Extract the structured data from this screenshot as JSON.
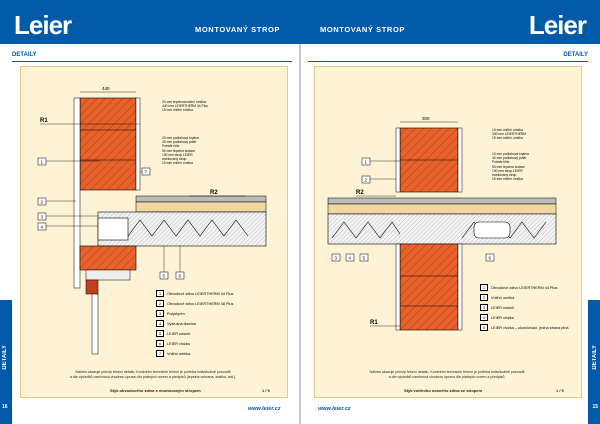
{
  "brand": {
    "logo_left": "Leier",
    "logo_right": "Leier"
  },
  "header": {
    "title_left": "MONTOVANÝ STROP",
    "title_right": "MONTOVANÝ STROP"
  },
  "section": {
    "left": "DETAILY",
    "right": "DETAILY"
  },
  "sidebar": {
    "left": "DETAILY",
    "right": "DETAILY"
  },
  "pages": {
    "left": "16",
    "right": "15"
  },
  "footer": {
    "url_left": "www.leier.cz",
    "url_right": "www.leier.cz"
  },
  "left_panel": {
    "dimension": "440",
    "r1": "R1",
    "r2": "R2",
    "r1_spec": [
      "20 mm    tepelnoizolační omítka",
      "440 mm   LEIERTHERM 44 Plus",
      "15 mm    vnitřní omítka"
    ],
    "r2_spec": [
      "20 mm    podlahová krytina",
      "40 mm    podlahový potěr",
      "Potrale  fólie",
      "50 mm    tepelná izolace",
      "190 mm   strop LEIER",
      "         montovaný strop",
      "15 mm    vnitřní omítka"
    ],
    "callouts": [
      "1",
      "2",
      "3",
      "4",
      "5",
      "6",
      "7"
    ],
    "legend": [
      {
        "num": "1",
        "text": "Obvodové zdivo LEIERTHERM 44 Plus"
      },
      {
        "num": "2",
        "text": "Obvodové zdivo LEIERTHERM 38 Plus"
      },
      {
        "num": "3",
        "text": "Polystyrén"
      },
      {
        "num": "4",
        "text": "Výztužná tkanina"
      },
      {
        "num": "5",
        "text": "LEIER nosník"
      },
      {
        "num": "6",
        "text": "LEIER vložka"
      },
      {
        "num": "7",
        "text": "Vnitřní omítka"
      }
    ],
    "note": [
      "Nákres ukazuje princip řešení detailu. Konkrétní technické řešení je potřeba individuálně posoudit",
      "a dle výsledků navrhnout vhodnou úpravu dle platných norem a předpisů (tepelná ochrana, statika, atd.)."
    ],
    "caption": "Styk obvodového zdiva s montovaným stropem",
    "caption_num": "1 / 9"
  },
  "right_panel": {
    "dimension": "300",
    "r1": "R1",
    "r2": "R2",
    "r1_spec": [
      "15 mm    vnitřní omítka",
      "300 mm   LEIERTHERM",
      "15 mm    vnitřní omítka"
    ],
    "r2_spec": [
      "10 mm    podlahová krytina",
      "40 mm    podlahový potěr",
      "Potrale  fólie",
      "50 mm    tepelná izolace",
      "190 mm   strop LEIER",
      "         montovaný strop",
      "15 mm    vnitřní omítka"
    ],
    "callouts": [
      "1",
      "2",
      "3",
      "4",
      "5",
      "6"
    ],
    "legend": [
      {
        "num": "1",
        "text": "Obvodové zdivo LEIERTHERM 44 Plus"
      },
      {
        "num": "2",
        "text": "Vnitřní omítka"
      },
      {
        "num": "3",
        "text": "LEIER nosník"
      },
      {
        "num": "4",
        "text": "LEIER vložka"
      },
      {
        "num": "5",
        "text": "LEIER vložka – ukončovací, jedna strana plná"
      }
    ],
    "note": [
      "Nákres ukazuje princip řešení detailu. Konkrétní technické řešení je potřeba individuálně posoudit",
      "a dle výsledků navrhnout vhodnou úpravu dle platných norem a předpisů."
    ],
    "caption": "Styk vnitřního nosného zdiva se stropem",
    "caption_num": "1 / 9"
  },
  "colors": {
    "brand_blue": "#005aa7",
    "panel": "#fff3d6",
    "brick": "#e05a2a",
    "concrete": "#d9d9d9"
  }
}
